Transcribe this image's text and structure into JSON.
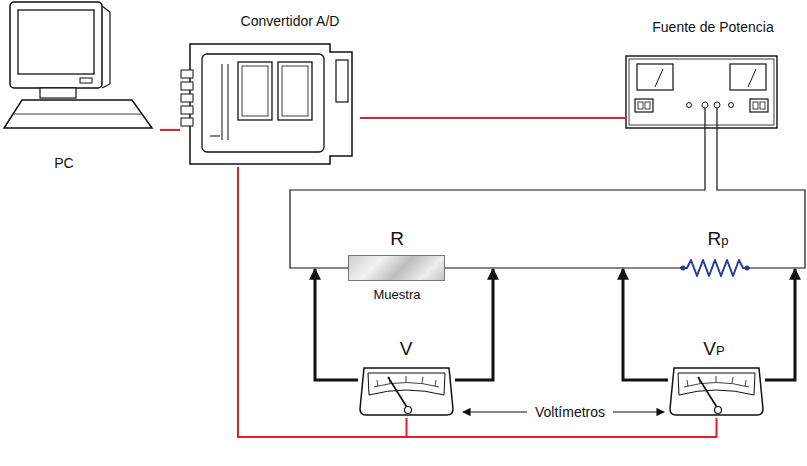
{
  "diagram": {
    "nodes": [
      {
        "text": [
          "PC"
        ]
      },
      {
        "text": [
          "Convertidor A/D"
        ]
      },
      {
        "text": [
          "Fuente de Potencia"
        ]
      },
      {
        "text": [
          "R",
          "Muestra"
        ]
      },
      {
        "text": [
          "Rp"
        ]
      },
      {
        "text": [
          "V"
        ]
      },
      {
        "text": [
          "VP"
        ]
      }
    ],
    "edges": [
      {
        "from": 0,
        "to": 1,
        "arrow": "none"
      },
      {
        "from": 1,
        "to": 2,
        "arrow": "none"
      },
      {
        "from": 1,
        "to": 5,
        "arrow": "none"
      },
      {
        "from": 1,
        "to": 6,
        "arrow": "none"
      },
      {
        "from": 2,
        "to": 3,
        "arrow": "none"
      },
      {
        "from": 3,
        "to": 4,
        "arrow": "none"
      },
      {
        "from": 4,
        "to": 2,
        "arrow": "none"
      },
      {
        "from": 5,
        "to": 3,
        "arrow": "to"
      },
      {
        "from": 5,
        "to": 3,
        "arrow": "to"
      },
      {
        "from": 6,
        "to": 4,
        "arrow": "to"
      },
      {
        "from": 6,
        "to": 4,
        "arrow": "to"
      }
    ],
    "labels": [
      "Voltímetros"
    ]
  }
}
